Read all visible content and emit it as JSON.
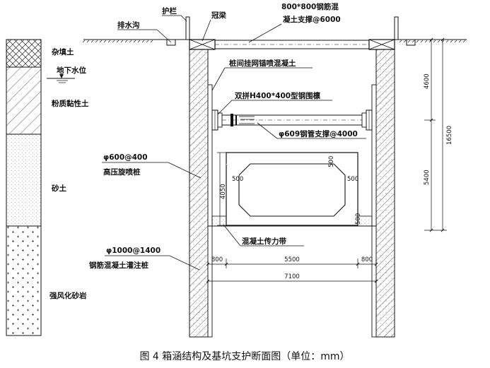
{
  "soil_layers": [
    {
      "name": "杂填土"
    },
    {
      "name": "粉质黏性土"
    },
    {
      "name": "砂土"
    },
    {
      "name": "强风化砂岩"
    }
  ],
  "groundwater_label": "地下水位",
  "labels": {
    "drain_ditch": "排水沟",
    "guard_rail": "护栏",
    "crown_beam": "冠梁",
    "concrete_strut_line1": "800*800钢筋混",
    "concrete_strut_line2": "凝土支撑@6000",
    "shotcrete": "桩间挂网锚喷混凝土",
    "steel_waler": "双拼H400*400型钢围檩",
    "steel_pipe_strut": "φ609钢管支撑@4000",
    "jet_grout_spec": "φ600@400",
    "jet_grout_name": "高压旋喷桩",
    "load_belt": "混凝土传力带",
    "bored_pile_spec": "φ1000@1400",
    "bored_pile_name": "钢筋混凝土灌注桩"
  },
  "dimensions": {
    "upper_depth": "4600",
    "lower_depth": "5400",
    "total_depth": "16500",
    "culvert_height": "4050",
    "haunch_top_left": "500",
    "haunch_top_right": "500",
    "haunch_bottom_right": "500",
    "haunch_upper_right": "500",
    "left_gap": "800",
    "inner_width": "5500",
    "right_gap": "800",
    "total_width": "7100"
  },
  "caption": "图 4  箱涵结构及基坑支护断面图（单位：mm）"
}
